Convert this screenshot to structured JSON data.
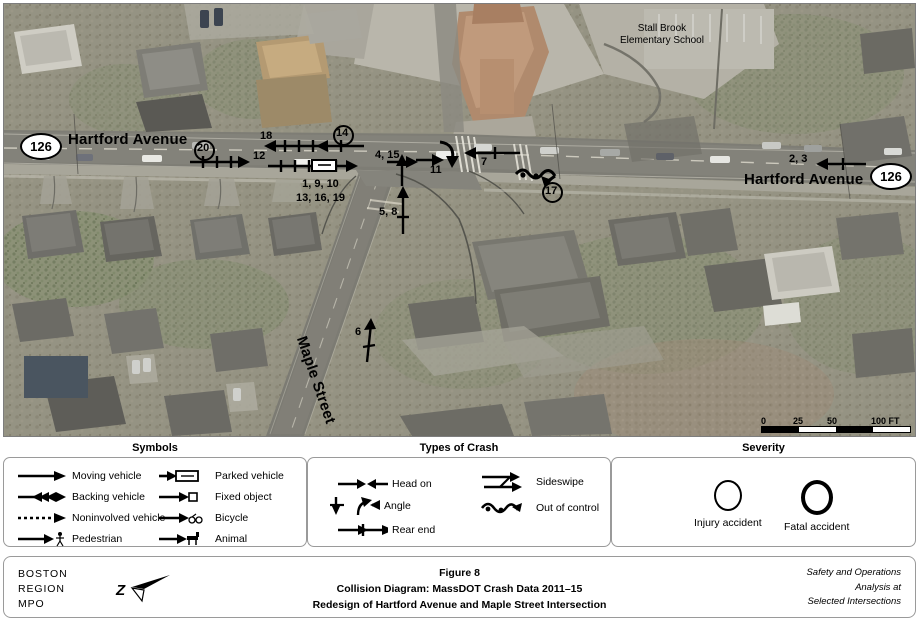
{
  "map": {
    "school_label": "Stall Brook\nElementary School",
    "school_label_line1": "Stall Brook",
    "school_label_line2": "Elementary School",
    "street_main": "Hartford Avenue",
    "street_main_right": "Hartford Avenue",
    "street_cross": "Maple Street",
    "route_shield_left": "126",
    "route_shield_right": "126",
    "scale": {
      "ticks": [
        "0",
        "25",
        "50",
        "100 FT"
      ],
      "unit": "FT"
    },
    "crash_markers": [
      {
        "id": "20",
        "label": "20",
        "type": "rear end",
        "severity": "injury",
        "circled": true
      },
      {
        "id": "18",
        "label": "18",
        "type": "rear end",
        "severity": "property",
        "circled": false
      },
      {
        "id": "12",
        "label": "12",
        "type": "rear end",
        "severity": "property",
        "circled": false
      },
      {
        "id": "14",
        "label": "14",
        "type": "rear end",
        "severity": "injury",
        "circled": true
      },
      {
        "id": "1-9-10-13-16-19",
        "label_line1": "1, 9, 10",
        "label_line2": "13, 16, 19",
        "type": "rear end / parked vehicle",
        "severity": "property",
        "circled": false
      },
      {
        "id": "4-15",
        "label": "4, 15",
        "type": "angle",
        "severity": "property",
        "circled": false
      },
      {
        "id": "11",
        "label": "11",
        "type": "angle",
        "severity": "property",
        "circled": false
      },
      {
        "id": "7",
        "label": "7",
        "type": "rear end",
        "severity": "property",
        "circled": false
      },
      {
        "id": "17",
        "label": "17",
        "type": "out of control",
        "severity": "injury",
        "circled": true
      },
      {
        "id": "2-3",
        "label": "2, 3",
        "type": "rear end",
        "severity": "property",
        "circled": false
      },
      {
        "id": "5-8",
        "label": "5, 8",
        "type": "rear end",
        "severity": "property",
        "circled": false
      },
      {
        "id": "6",
        "label": "6",
        "type": "rear end",
        "severity": "property",
        "circled": false
      }
    ]
  },
  "legend": {
    "symbols": {
      "title": "Symbols",
      "items": [
        {
          "icon": "moving-vehicle-icon",
          "label": "Moving vehicle"
        },
        {
          "icon": "parked-vehicle-icon",
          "label": "Parked vehicle"
        },
        {
          "icon": "backing-vehicle-icon",
          "label": "Backing vehicle"
        },
        {
          "icon": "fixed-object-icon",
          "label": "Fixed object"
        },
        {
          "icon": "noninvolved-vehicle-icon",
          "label": "Noninvolved vehicle"
        },
        {
          "icon": "bicycle-icon",
          "label": "Bicycle"
        },
        {
          "icon": "pedestrian-icon",
          "label": "Pedestrian"
        },
        {
          "icon": "animal-icon",
          "label": "Animal"
        }
      ]
    },
    "types_of_crash": {
      "title": "Types of Crash",
      "items": [
        {
          "icon": "head-on-icon",
          "label": "Head on"
        },
        {
          "icon": "sideswipe-icon",
          "label": "Sideswipe"
        },
        {
          "icon": "angle-icon",
          "label": "Angle"
        },
        {
          "icon": "out-of-control-icon",
          "label": "Out of control"
        },
        {
          "icon": "rear-end-icon",
          "label": "Rear end"
        }
      ]
    },
    "severity": {
      "title": "Severity",
      "items": [
        {
          "icon": "injury-circle-icon",
          "label": "Injury accident"
        },
        {
          "icon": "fatal-circle-icon",
          "label": "Fatal accident"
        }
      ]
    }
  },
  "footer": {
    "organization_line1": "BOSTON",
    "organization_line2": "REGION",
    "organization_line3": "MPO",
    "figure_number": "Figure 8",
    "figure_title": "Collision Diagram: MassDOT Crash Data 2011–15",
    "figure_subtitle": "Redesign of Hartford Avenue and Maple Street Intersection",
    "credit_line1": "Safety and Operations",
    "credit_line2": "Analysis at",
    "credit_line3": "Selected Intersections"
  }
}
